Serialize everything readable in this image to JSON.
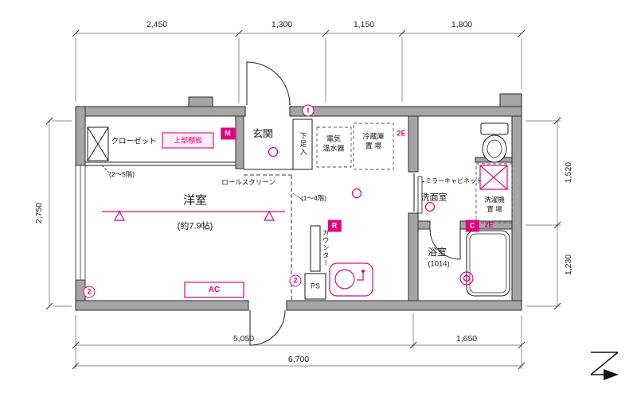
{
  "meta": {
    "type": "floor-plan",
    "accent": "#e4007f",
    "wall_color": "#a5a5a5"
  },
  "dims": {
    "top": [
      "2,450",
      "1,300",
      "1,150",
      "1,800"
    ],
    "left": "2,750",
    "right": [
      "1,520",
      "1,230"
    ],
    "bottom": [
      "5,050",
      "1,650"
    ],
    "total": "6,700"
  },
  "rooms": {
    "entrance": "玄関",
    "western": "洋室",
    "western_size": "(約7.9帖)",
    "washroom": "洗面室",
    "bathroom": "浴室",
    "bathroom_size": "(1014)"
  },
  "fixtures": {
    "closet": "クローゼット",
    "closet_note": "(2〜5階)",
    "upper_shelf": "上部棚板",
    "shoe_box": "下足入",
    "heater_line1": "電気",
    "heater_line2": "温水器",
    "fridge_line1": "冷蔵庫",
    "fridge_line2": "置 場",
    "roll_screen": "ロールスクリーン",
    "floor_note": "(1〜4階)",
    "mirror_cabinet": "ミラーキャビネット",
    "washer_line1": "洗濯機",
    "washer_line2": "置 場",
    "counter": "カウンター",
    "ps": "PS",
    "ac": "AC"
  },
  "symbols": {
    "m": "M",
    "t": "t",
    "r": "R",
    "c": "C",
    "e1": "2E",
    "e2": "2E",
    "o1": "2",
    "o2": "2"
  }
}
